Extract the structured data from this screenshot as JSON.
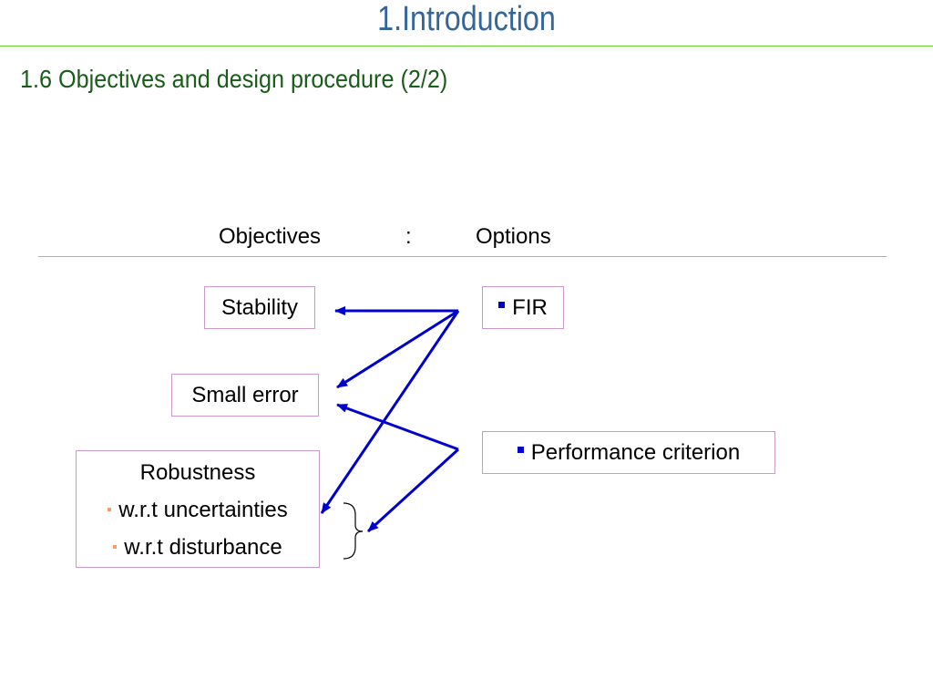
{
  "slide": {
    "title": "1.Introduction",
    "subtitle": "1.6 Objectives and design procedure (2/2)"
  },
  "header": {
    "objectives": "Objectives",
    "separator": ":",
    "options": "Options"
  },
  "objectives": {
    "stability": "Stability",
    "small_error": "Small error",
    "robustness": {
      "title": "Robustness",
      "items": [
        "w.r.t uncertainties",
        "w.r.t disturbance"
      ]
    }
  },
  "options": {
    "fir": "FIR",
    "performance": "Performance criterion"
  },
  "colors": {
    "title": "#336699",
    "subtitle": "#1a5c1a",
    "title_rule": "#66cc33",
    "box_border": "#cc99cc",
    "arrow": "#0000cc",
    "bullet_sub": "#ff9966"
  }
}
